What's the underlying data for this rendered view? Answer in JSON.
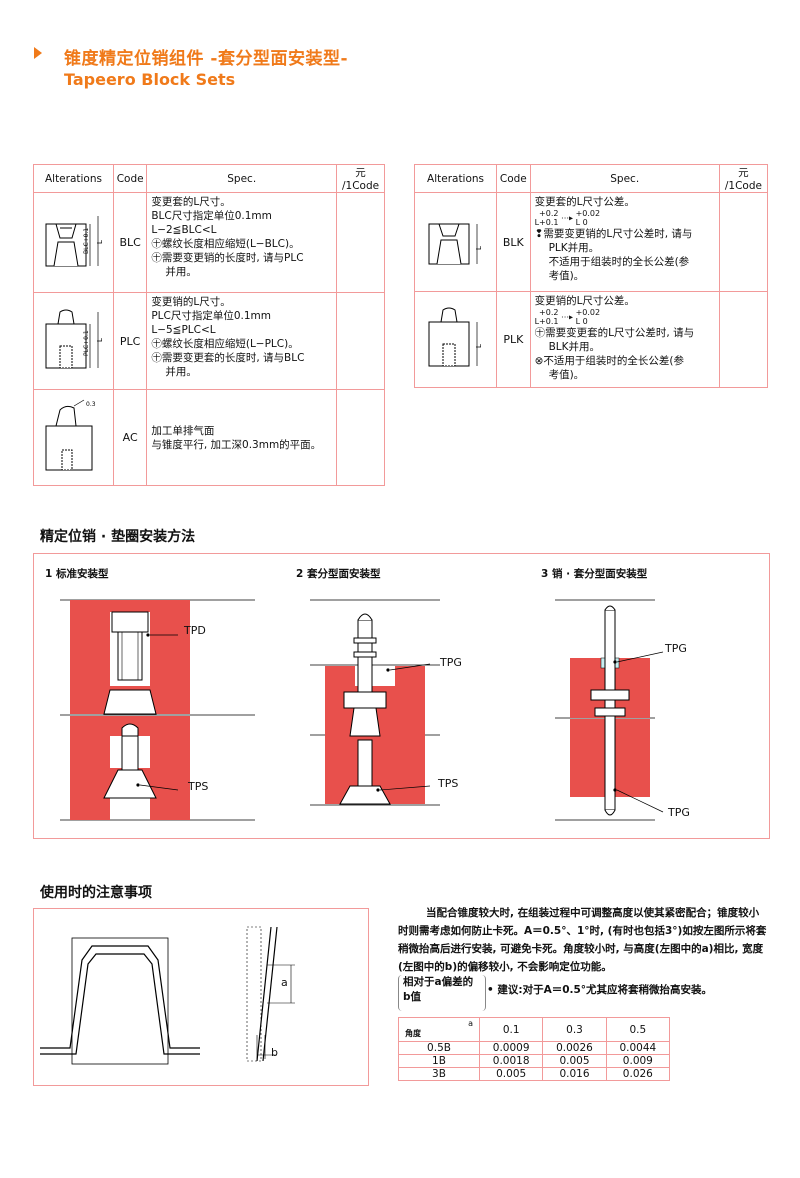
{
  "header": {
    "title_cn": "锥度精定位销组件  -套分型面安装型-",
    "title_en": "Tapeero Block Sets"
  },
  "left_table": {
    "headers": [
      "Alterations",
      "Code",
      "Spec.",
      "元 /1Code"
    ],
    "rows": [
      {
        "code": "BLC",
        "fig_label": "BLC+0.1\n+0.1",
        "fig_l": "L",
        "lines": [
          "变更套的L尺寸。",
          "BLC尺寸指定单位0.1mm",
          "L−2≦BLC<L",
          "螺纹长度相应缩短(L−BLC)。",
          "需要变更销的长度时, 请与PLC",
          "并用。"
        ]
      },
      {
        "code": "PLC",
        "fig_label": "PLC+0.1",
        "fig_l": "L",
        "lines": [
          "变更销的L尺寸。",
          "PLC尺寸指定单位0.1mm",
          "L−5≦PLC<L",
          "螺纹长度相应缩短(L−PLC)。",
          "需要变更套的长度时, 请与BLC",
          "并用。"
        ]
      },
      {
        "code": "AC",
        "fig_label": "0.3",
        "lines": [
          "加工单排气面",
          "与锥度平行, 加工深0.3mm的平面。"
        ]
      }
    ]
  },
  "right_table": {
    "headers": [
      "Alterations",
      "Code",
      "Spec.",
      "元 /1Code"
    ],
    "rows": [
      {
        "code": "BLK",
        "fig_l": "L",
        "tol_top": "+0.2",
        "tol_bot": "+0.1",
        "tol_top2": "+0.02",
        "tol_bot2": "0",
        "lines": [
          "变更套的L尺寸公差。",
          "需要变更销的L尺寸公差时, 请与",
          "PLK并用。",
          "不适用于组装时的全长公差(参",
          "考值)。"
        ]
      },
      {
        "code": "PLK",
        "fig_l": "L",
        "tol_top": "+0.2",
        "tol_bot": "+0.1",
        "tol_top2": "+0.02",
        "tol_bot2": "0",
        "lines": [
          "变更销的L尺寸公差。",
          "需要变更套的L尺寸公差时, 请与",
          "BLK并用。",
          "不适用于组装时的全长公差(参",
          "考值)。"
        ]
      }
    ]
  },
  "install": {
    "title": "精定位销 · 垫圈安装方法",
    "panels": [
      {
        "label": "1 标准安装型",
        "callouts": [
          "TPD",
          "TPS"
        ]
      },
      {
        "label": "2 套分型面安装型",
        "callouts": [
          "TPG",
          "TPS"
        ]
      },
      {
        "label": "3 销 · 套分型面安装型",
        "callouts": [
          "TPG",
          "TPG"
        ]
      }
    ]
  },
  "notes": {
    "title": "使用时的注意事项",
    "paragraph": "当配合锥度较大时, 在组装过程中可调整高度以使其紧密配合；锥度较小时则需考虑如何防止卡死。A＝0.5°、1°时, (有时也包括3°)如按左图所示将套稍微抬高后进行安装, 可避免卡死。角度较小时, 与高度(左图中的a)相比, 宽度(左图中的b)的偏移较小, 不会影响定位功能。",
    "ratio_label_1": "相对于a偏差的",
    "ratio_label_2": "b值",
    "advice": "建议:对于A＝0.5°尤其应将套稍微抬高安装。",
    "fig_a": "a",
    "fig_b": "b",
    "table": {
      "corner_top": "a",
      "corner_left": "角度",
      "cols": [
        "0.1",
        "0.3",
        "0.5"
      ],
      "rows": [
        {
          "angle": "0.5B",
          "vals": [
            "0.0009",
            "0.0026",
            "0.0044"
          ]
        },
        {
          "angle": "1B",
          "vals": [
            "0.0018",
            "0.005",
            "0.009"
          ]
        },
        {
          "angle": "3B",
          "vals": [
            "0.005",
            "0.016",
            "0.026"
          ]
        }
      ]
    }
  },
  "colors": {
    "accent": "#f07a1a",
    "red": "#e8504c",
    "pink_line": "#f29a9a",
    "cyan": "#c8eef0"
  }
}
